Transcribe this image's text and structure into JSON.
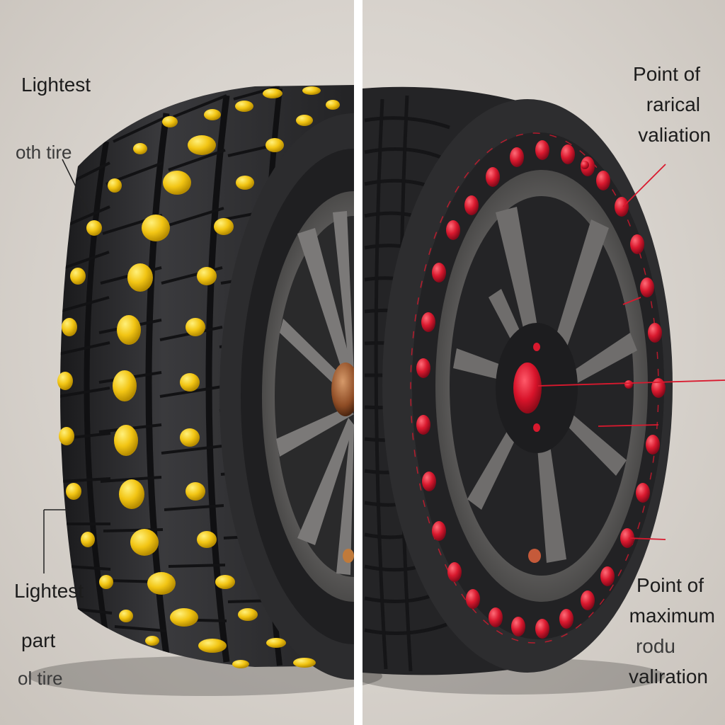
{
  "image": {
    "description_colors": {
      "background": "#dcd7d1",
      "tire": "#2a2a2c",
      "rim": "#6d6b6a",
      "yellow_marker": "#f2c514",
      "red_marker": "#d9192e",
      "divider": "#ffffff"
    }
  },
  "labels": {
    "left_top_title": "Lightest",
    "left_top_sub": "oth  tire",
    "left_bottom_line1": "Lightest",
    "left_bottom_line2": "part",
    "left_bottom_line3": "ol   tire",
    "right_top_line1": "Point of",
    "right_top_line2": "rarical",
    "right_top_line3": "valiation",
    "right_bottom_line1": "Point of",
    "right_bottom_line2": "maximum",
    "right_bottom_line3": "rodu",
    "right_bottom_line4": "valiration"
  }
}
